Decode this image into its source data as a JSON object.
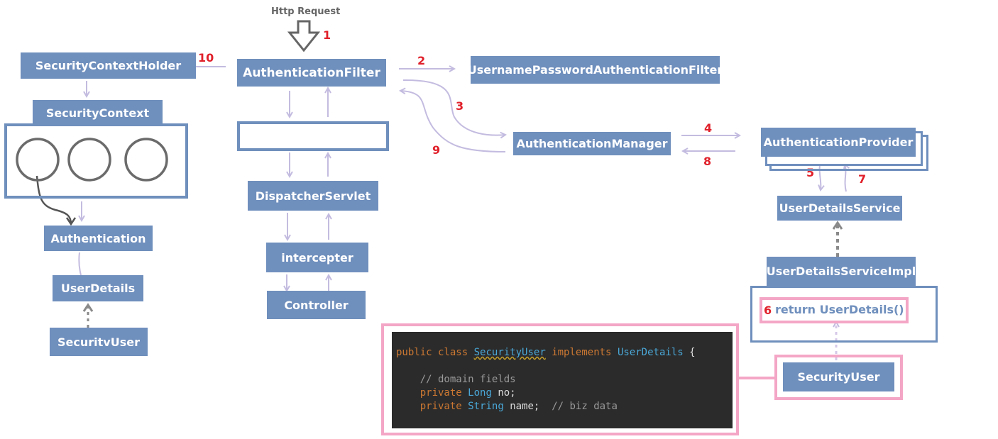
{
  "request_label": "Http Request",
  "nodes": {
    "security_context_holder": "SecurityContextHolder",
    "security_context": "SecurityContext",
    "authentication": "Authentication",
    "user_details": "UserDetails",
    "securitv_user": "SecuritvUser",
    "authentication_filter": "AuthenticationFilter",
    "dispatcher_servlet": "DispatcherServlet",
    "intercepter": "intercepter",
    "controller": "Controller",
    "username_password_filter": "UsernamePasswordAuthenticationFilter",
    "authentication_manager": "AuthenticationManager",
    "authentication_provider": "AuthenticationProvider",
    "user_details_service": "UserDetailsService",
    "user_details_service_impl": "UserDetailsServiceImpl",
    "security_user": "SecurityUser"
  },
  "step_numbers": [
    "1",
    "2",
    "3",
    "4",
    "5",
    "6",
    "7",
    "8",
    "9",
    "10"
  ],
  "return_text": "return UserDetails()",
  "code": {
    "kw_public": "public",
    "kw_class": "class",
    "class_name": "SecurityUser",
    "kw_implements": "implements",
    "interface_name": "UserDetails",
    "open_brace": "{",
    "comment_domain": "// domain fields",
    "kw_private": "private",
    "type_long": "Long",
    "field_no": "no;",
    "type_string": "String",
    "field_name": "name;",
    "comment_biz": "// biz data"
  },
  "colors": {
    "node_fill": "#6f8fbd",
    "arrow": "#c4bce0",
    "step_number": "#e0202a",
    "highlight": "#f4a6c6",
    "code_bg": "#2b2b2b"
  }
}
